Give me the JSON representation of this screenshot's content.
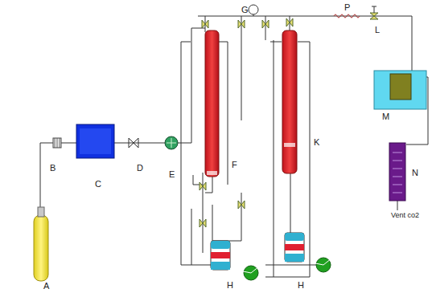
{
  "diagram": {
    "labels": [
      "G",
      "P",
      "L",
      "F",
      "K",
      "M",
      "A",
      "B",
      "C",
      "D",
      "E",
      "N",
      "H",
      "H",
      "Vent co2"
    ]
  }
}
